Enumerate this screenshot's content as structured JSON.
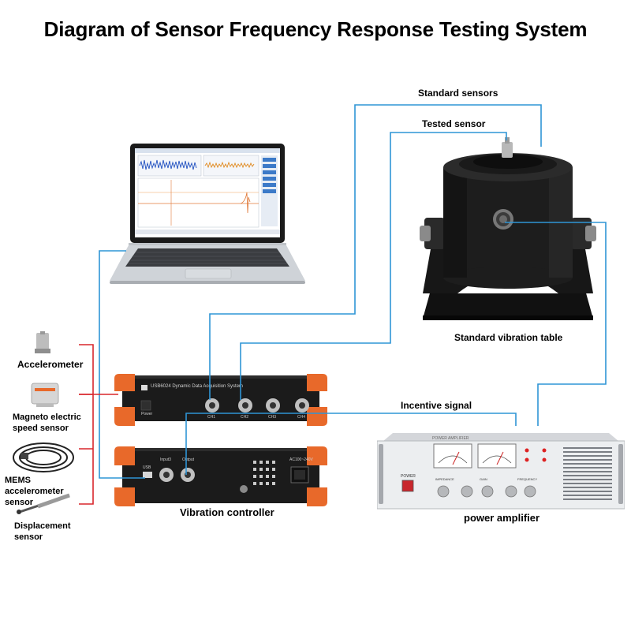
{
  "title": "Diagram of Sensor Frequency Response Testing System",
  "labels": {
    "standard_sensors": "Standard sensors",
    "tested_sensor": "Tested sensor",
    "standard_vibration_table": "Standard vibration table",
    "incentive_signal": "Incentive signal",
    "vibration_controller": "Vibration controller",
    "power_amplifier": "power amplifier"
  },
  "sensors": [
    {
      "name": "Accelerometer"
    },
    {
      "name": "Magneto electric speed sensor"
    },
    {
      "name": "MEMS accelerometer sensor"
    },
    {
      "name": "Displacement sensor"
    }
  ],
  "colors": {
    "wire_blue": "#2f95d5",
    "wire_red": "#d9262c",
    "device_orange": "#e8692a",
    "device_black": "#1b1b1b"
  },
  "daq_panel": {
    "model_text": "USB6024 Dynamic Data Acquisition System",
    "channels": [
      "CH1",
      "CH2",
      "CH3",
      "CH4"
    ],
    "power_label": "Power"
  },
  "controller_panel": {
    "ports": [
      "Input3",
      "Output"
    ],
    "usb_label": "USB",
    "ac_label": "AC100~240V"
  },
  "amplifier_panel": {
    "model_text": "POWER AMPLIFIER",
    "power_label": "POWER",
    "knob_labels": [
      "IMPEDANCE",
      "GAIN",
      "FREQUENCY"
    ]
  }
}
